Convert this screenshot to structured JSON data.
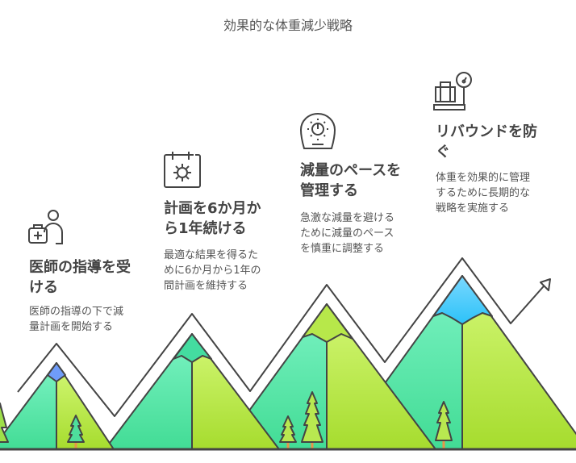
{
  "title": "効果的な体重減少戦略",
  "steps": [
    {
      "title": "医師の指導を受ける",
      "desc": "医師の指導の下で減量計画を開始する",
      "icon": "doctor-medical-kit-icon"
    },
    {
      "title": "計画を6か月から1年続ける",
      "desc": "最適な結果を得るために6か月から1年の間計画を維持する",
      "icon": "calendar-sun-icon"
    },
    {
      "title": "減量のペースを管理する",
      "desc": "急激な減量を避けるために減量のペースを慎重に調整する",
      "icon": "pace-dial-icon"
    },
    {
      "title": "リバウンドを防ぐ",
      "desc": "体重を効果的に管理するために長期的な戦略を実施する",
      "icon": "scale-weight-icon"
    }
  ],
  "colors": {
    "teal_top": "#7cf3c4",
    "teal_bottom": "#42dc95",
    "lime_top": "#d4f877",
    "lime_bottom": "#a6dc2e",
    "snow_blue": "#5ccdfc",
    "snow_diamond": "#6f9cf8",
    "outline": "#444444"
  }
}
